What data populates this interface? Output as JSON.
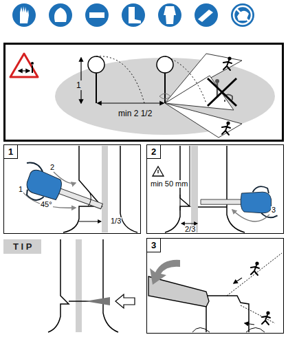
{
  "diagram": {
    "nodes": [
      {
        "text": [
          "1",
          "min 2 1/2"
        ]
      },
      {
        "text": [
          "1"
        ]
      },
      {
        "text": [
          "2"
        ]
      },
      {
        "text": [
          "T I P"
        ]
      },
      {
        "text": [
          "3"
        ]
      }
    ],
    "labels": [
      "1",
      "2",
      "45°",
      "1/3",
      "min 50 mm",
      "3",
      "2/3"
    ]
  }
}
